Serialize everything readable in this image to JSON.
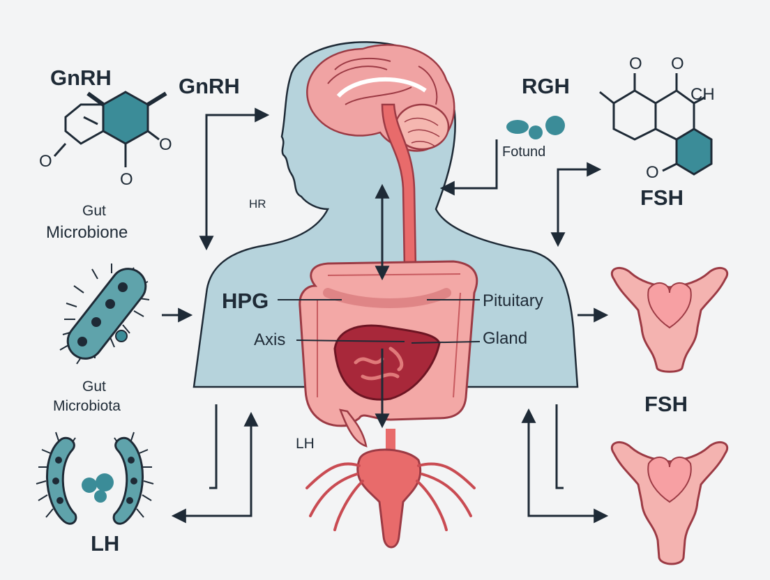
{
  "labels": {
    "gnrh_left": "GnRH",
    "gnrh_center": "GnRH",
    "rgh": "RGH",
    "fotund": "Fotund",
    "fsh_top": "FSH",
    "hr": "HR",
    "gut_microbione_line1": "Gut",
    "gut_microbione_line2": "Microbione",
    "hpg": "HPG",
    "axis": "Axis",
    "pituitary": "Pituitary",
    "gland": "Gland",
    "gut_microbiota_line1": "Gut",
    "gut_microbiota_line2": "Microbiota",
    "fsh_right": "FSH",
    "lh_center": "LH",
    "lh_bottom": "LH"
  },
  "molecule_left_atoms": [
    "O",
    "O",
    "O"
  ],
  "molecule_right_atoms": [
    "O",
    "O",
    "CH",
    "O"
  ],
  "colors": {
    "background": "#f3f4f5",
    "body_silhouette": "#b6d3dc",
    "brain": "#f0a3a3",
    "intestine": "#f3a8a6",
    "liver": "#a8283a",
    "teal": "#3b8c98",
    "arrows": "#1e2a36"
  }
}
